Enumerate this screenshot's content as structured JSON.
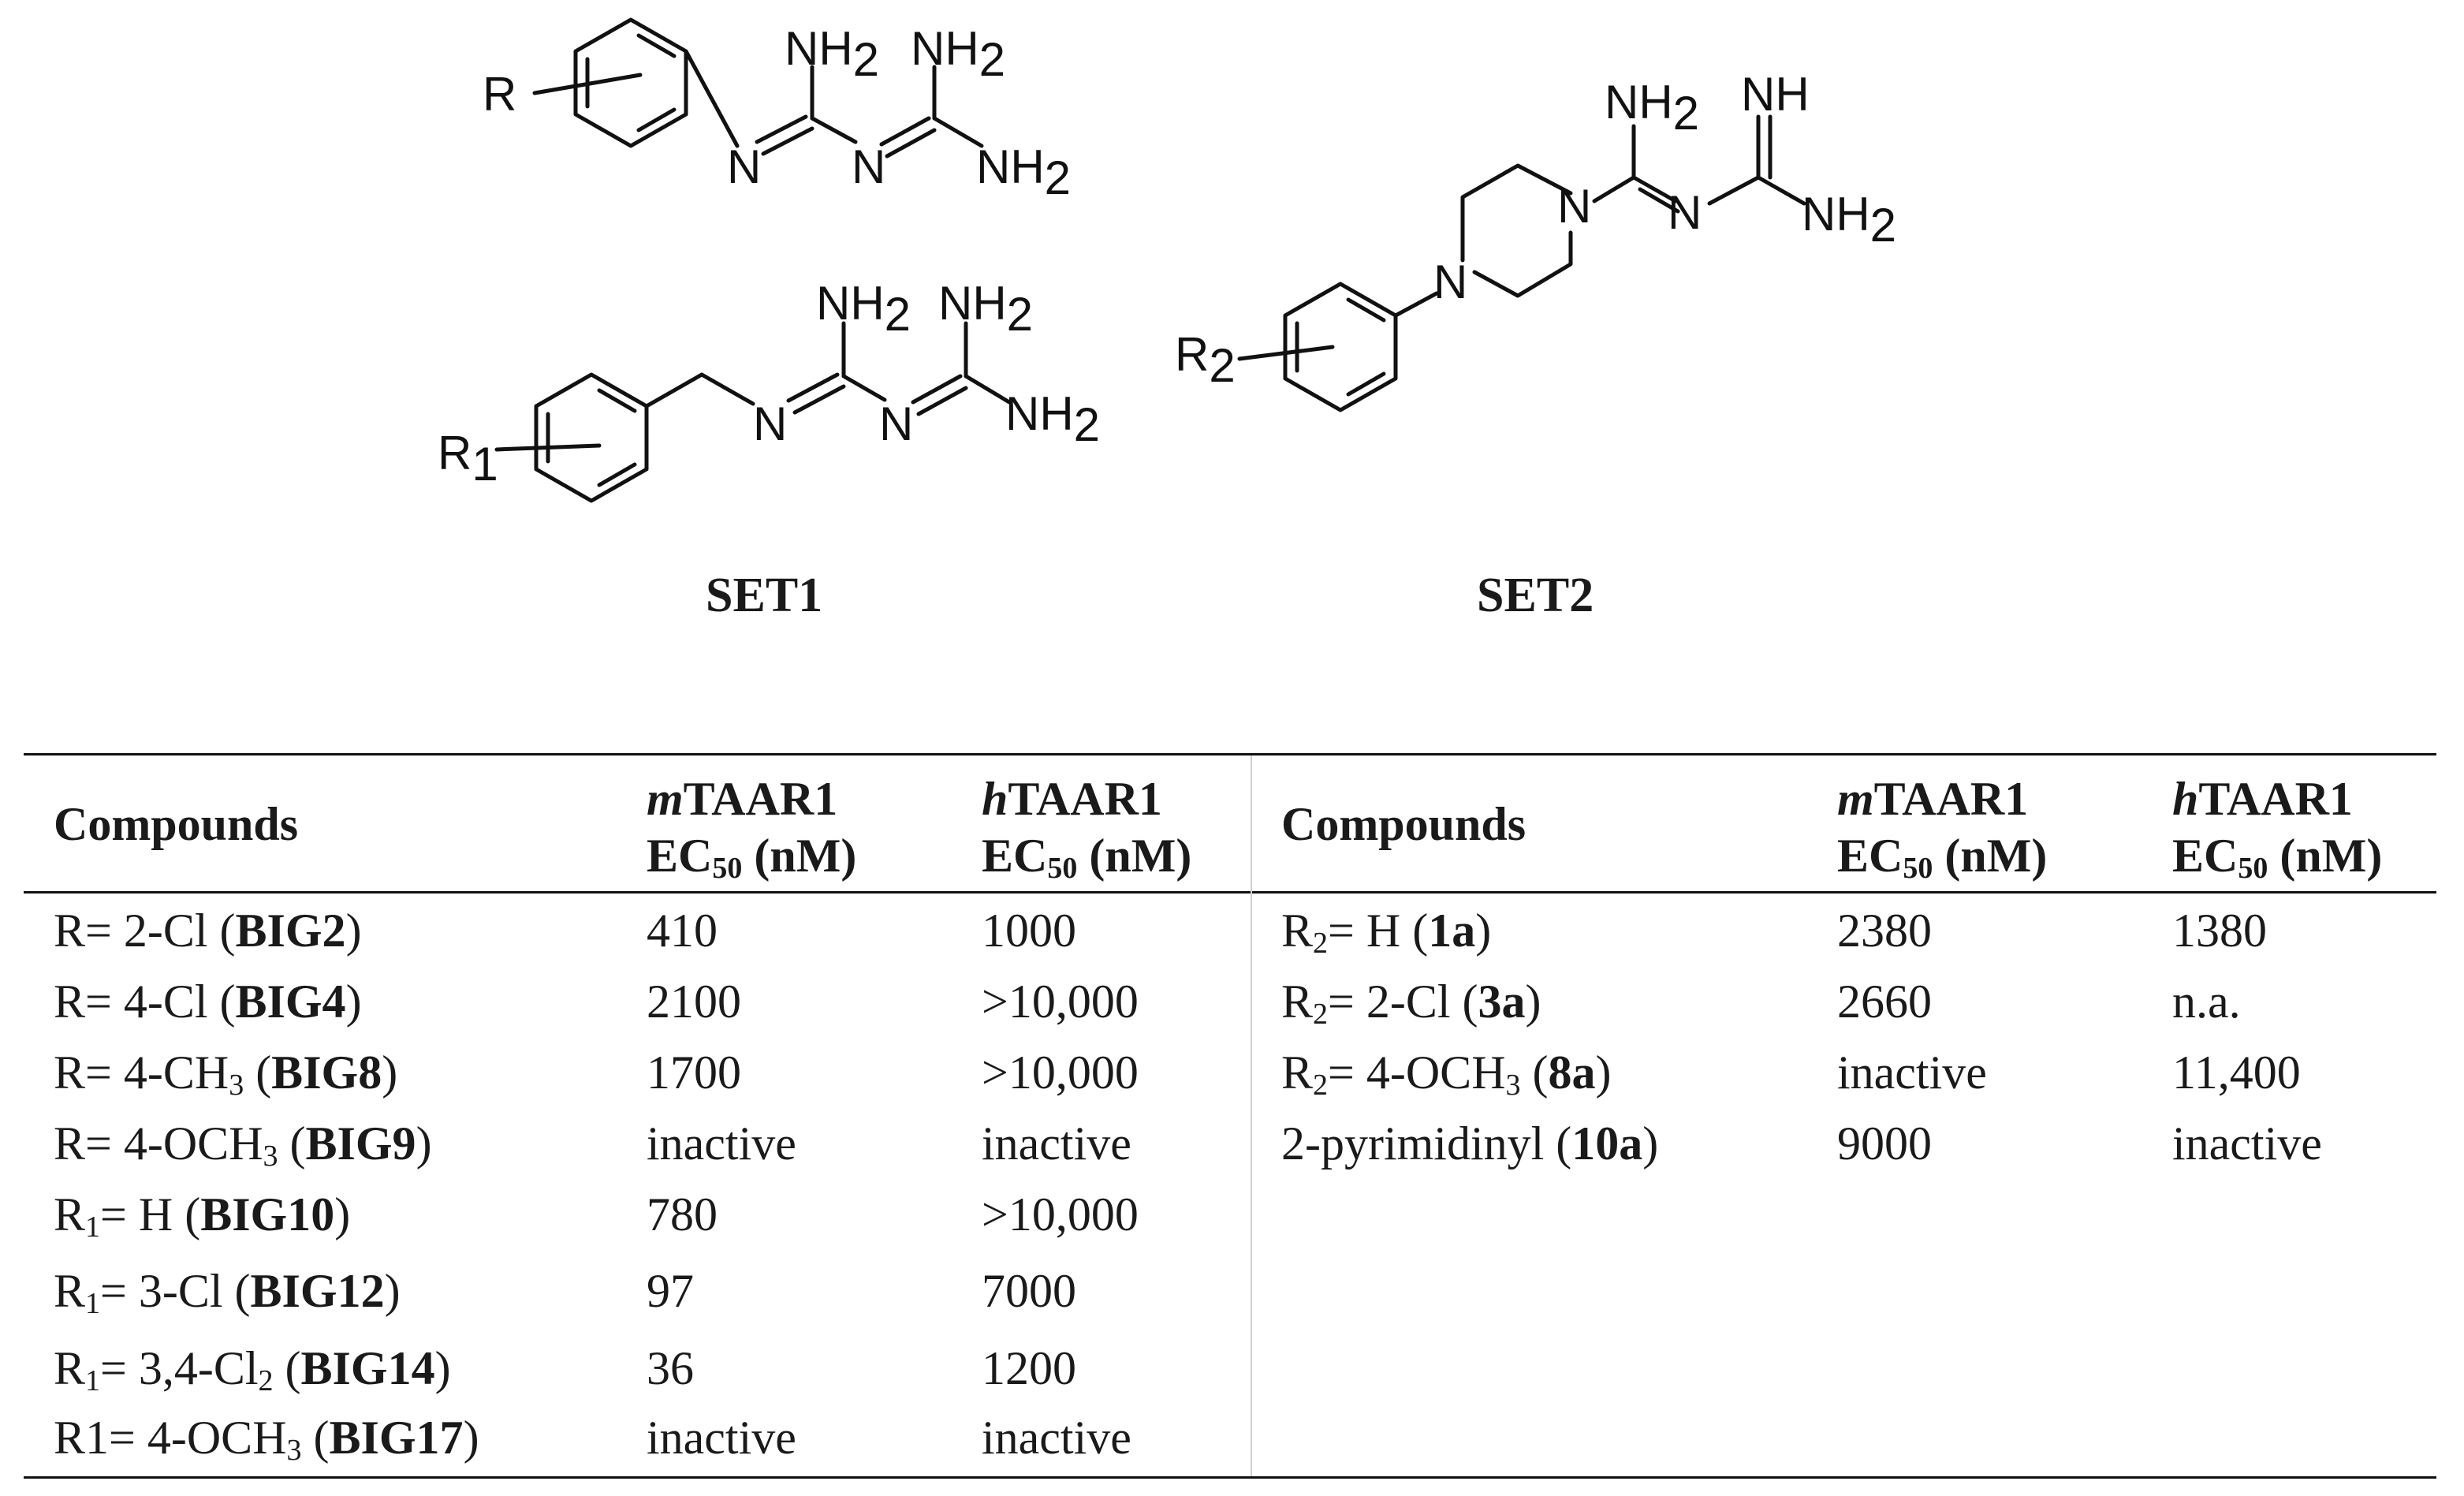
{
  "figure": {
    "set1_label": "SET1",
    "set2_label": "SET2",
    "atoms": {
      "R": "R",
      "R1": "R",
      "R1_sub": "1",
      "R2": "R",
      "R2_sub": "2",
      "N": "N",
      "NH2": "NH",
      "NH2_sub": "2",
      "NH": "NH"
    }
  },
  "table": {
    "left": {
      "header": {
        "compounds": "Compounds",
        "m_prefix": "m",
        "m_rest": "TAAR1",
        "h_prefix": "h",
        "h_rest": "TAAR1",
        "ec": "EC",
        "ec_sub": "50",
        "ec_unit": " (nM)"
      },
      "rows": [
        {
          "pre": "R= 2-Cl (",
          "sub": "",
          "post": "",
          "bold": "BIG2",
          "close": ")",
          "m": "410",
          "h": "1000"
        },
        {
          "pre": "R= 4-Cl (",
          "sub": "",
          "post": "",
          "bold": "BIG4",
          "close": ")",
          "m": "2100",
          "h": ">10,000"
        },
        {
          "pre": "R= 4-CH",
          "sub": "3",
          "post": " (",
          "bold": "BIG8",
          "close": ")",
          "m": "1700",
          "h": ">10,000"
        },
        {
          "pre": "R= 4-OCH",
          "sub": "3",
          "post": " (",
          "bold": "BIG9",
          "close": ")",
          "m": "inactive",
          "h": "inactive"
        },
        {
          "pre": "R",
          "sub": "1",
          "post": "= H (",
          "bold": "BIG10",
          "close": ")",
          "m": "780",
          "h": ">10,000"
        },
        {
          "pre": "R",
          "sub": "1",
          "post": "= 3-Cl (",
          "bold": "BIG12",
          "close": ")",
          "m": "97",
          "h": "7000"
        },
        {
          "pre": "R",
          "sub": "1",
          "post": "= 3,4-Cl",
          "sub2": "2",
          "post2": " (",
          "bold": "BIG14",
          "close": ")",
          "m": "36",
          "h": "1200"
        },
        {
          "pre": "R1= 4-OCH",
          "sub": "3",
          "post": " (",
          "bold": "BIG17",
          "close": ")",
          "m": "inactive",
          "h": "inactive"
        }
      ]
    },
    "right": {
      "header": {
        "compounds": "Compounds",
        "m_prefix": "m",
        "m_rest": "TAAR1",
        "h_prefix": "h",
        "h_rest": "TAAR1",
        "ec": "EC",
        "ec_sub": "50",
        "ec_unit": " (nM)"
      },
      "rows": [
        {
          "pre": "R",
          "sub": "2",
          "post": "= H (",
          "bold": "1a",
          "close": ")",
          "m": "2380",
          "h": "1380"
        },
        {
          "pre": "R",
          "sub": "2",
          "post": "= 2-Cl (",
          "bold": "3a",
          "close": ")",
          "m": "2660",
          "h": "n.a."
        },
        {
          "pre": "R",
          "sub": "2",
          "post": "= 4-OCH",
          "sub2": "3",
          "post2": " (",
          "bold": "8a",
          "close": ")",
          "m": "inactive",
          "h": "11,400"
        },
        {
          "pre": "2-pyrimidinyl (",
          "sub": "",
          "post": "",
          "bold": "10a",
          "close": ")",
          "m": "9000",
          "h": "inactive"
        }
      ]
    }
  }
}
